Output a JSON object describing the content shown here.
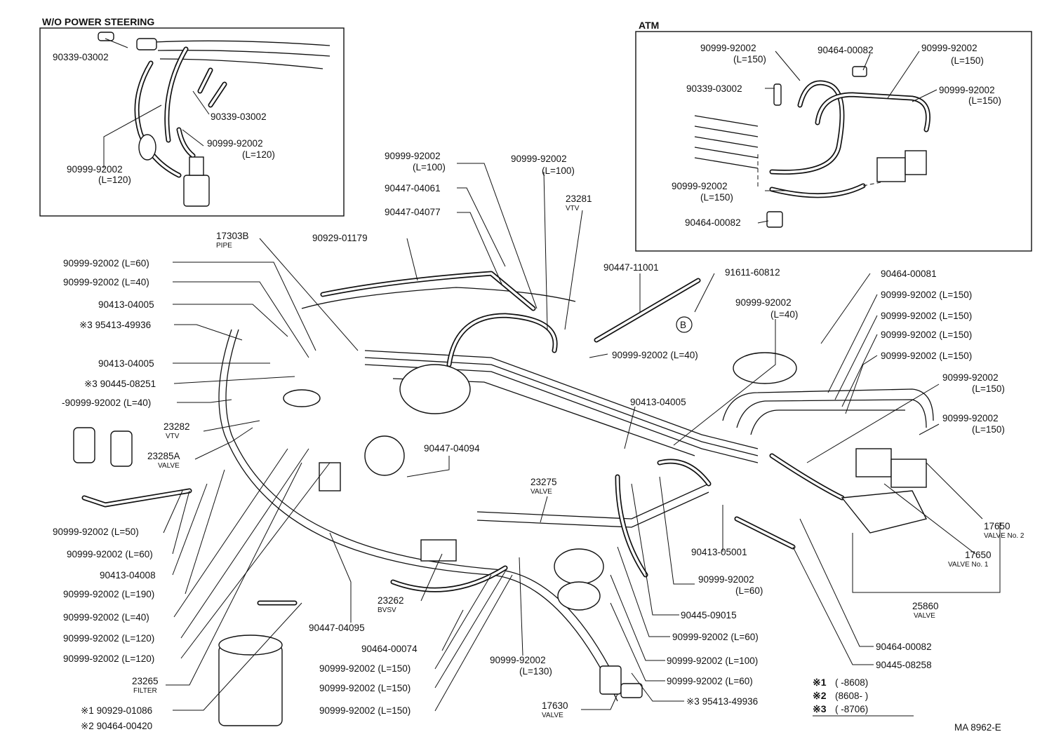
{
  "insets": {
    "wo_ps": {
      "title": "W/O POWER STEERING",
      "labels": [
        "90339-03002",
        "90339-03002",
        "90999-92002",
        "(L=120)",
        "90999-92002",
        "(L=120)"
      ]
    },
    "atm": {
      "title": "ATM",
      "labels": [
        "90999-92002",
        "(L=150)",
        "90464-00082",
        "90999-92002",
        "(L=150)",
        "90339-03002",
        "90999-92002",
        "(L=150)",
        "90999-92002",
        "(L=150)",
        "90464-00082"
      ]
    }
  },
  "top_labels": [
    "90999-92002",
    "(L=100)",
    "90447-04061",
    "90447-04077",
    "90999-92002",
    "(L=100)",
    "23281",
    "VTV",
    "17303B",
    "PIPE",
    "90929-01179",
    "90447-11001",
    "91611-60812"
  ],
  "left_labels": [
    "90999-92002 (L=60)",
    "90999-92002 (L=40)",
    "90413-04005",
    "※3 95413-49936",
    "90413-04005",
    "※3 90445-08251",
    "-90999-92002 (L=40)",
    "23282",
    "VTV",
    "23285A",
    "VALVE",
    "90999-92002 (L=50)",
    "90999-92002 (L=60)",
    "90413-04008",
    "90999-92002 (L=190)",
    "90999-92002 (L=40)",
    "90999-92002 (L=120)",
    "90999-92002 (L=120)",
    "23265",
    "FILTER",
    "※1 90929-01086",
    "※2 90464-00420"
  ],
  "center_labels": [
    "90999-92002 (L=40)",
    "90413-04005",
    "90447-04094",
    "23275",
    "VALVE",
    "23262",
    "BVSV",
    "90447-04095",
    "90464-00074",
    "90999-92002 (L=150)",
    "90999-92002 (L=150)",
    "90999-92002 (L=150)",
    "90999-92002",
    "(L=130)",
    "17630",
    "VALVE",
    "B"
  ],
  "right_labels": [
    "90464-00081",
    "90999-92002",
    "(L=40)",
    "90999-92002 (L=150)",
    "90999-92002 (L=150)",
    "90999-92002 (L=150)",
    "90999-92002 (L=150)",
    "90999-92002",
    "(L=150)",
    "90999-92002",
    "(L=150)",
    "17650",
    "VALVE No. 2",
    "17650",
    "VALVE No. 1",
    "25860",
    "VALVE",
    "90413-05001",
    "90999-92002",
    "(L=60)",
    "90445-09015",
    "90999-92002 (L=60)",
    "90999-92002 (L=100)",
    "90999-92002 (L=60)",
    "※3 95413-49936",
    "90464-00082",
    "90445-08258"
  ],
  "footnotes": [
    {
      "mark": "※1",
      "range": "(        -8608)"
    },
    {
      "mark": "※2",
      "range": "(8608-        )"
    },
    {
      "mark": "※3",
      "range": "(        -8706)"
    }
  ],
  "figure_id": "MA 8962-E"
}
